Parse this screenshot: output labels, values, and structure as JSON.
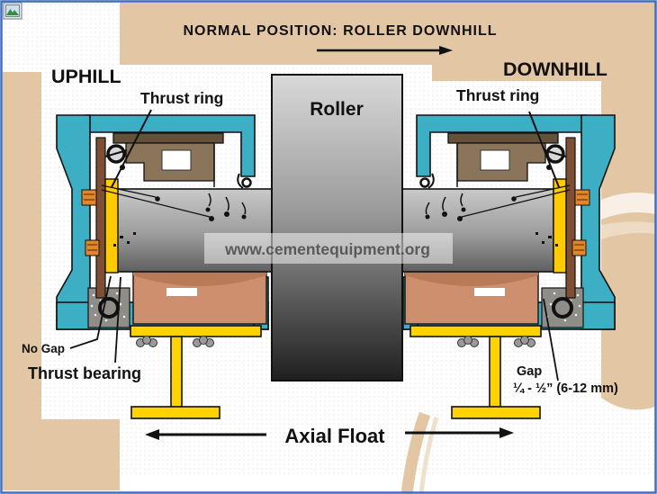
{
  "slide": {
    "title": "NORMAL POSITION: ROLLER DOWNHILL",
    "uphill": "UPHILL",
    "downhill": "DOWNHILL",
    "thrust_ring_left": "Thrust ring",
    "thrust_ring_right": "Thrust ring",
    "roller": "Roller",
    "no_gap": "No Gap",
    "thrust_bearing": "Thrust bearing",
    "gap_label": "Gap",
    "gap_value": "¼ - ½” (6-12 mm)",
    "axial_float": "Axial Float",
    "watermark": "www.cementequipment.org"
  },
  "colors": {
    "frame_blue": "#3f6fc1",
    "background_tan": "#e3c6a4",
    "housing_teal": "#3cafc5",
    "thrust_ring_yellow": "#ffcb00",
    "support_yellow": "#ffd200",
    "bearing_liner_salmon": "#ce8f6e",
    "cap_brown": "#8a745a",
    "flange_brown": "#7e4f33",
    "set_screw_orange": "#e2862c",
    "roller_gray_top": "#d9d9d9",
    "roller_gray_bottom": "#1f1f1f"
  }
}
